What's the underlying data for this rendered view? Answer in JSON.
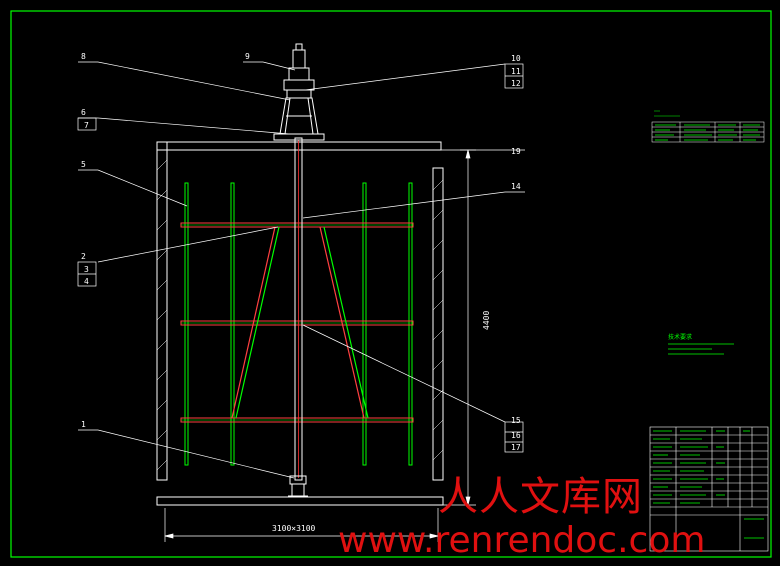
{
  "drawing": {
    "part_labels": [
      "1",
      "2",
      "3",
      "4",
      "5",
      "6",
      "7",
      "8",
      "9",
      "10",
      "11",
      "12",
      "14",
      "15",
      "16",
      "17",
      "19"
    ],
    "dimension_height": "4400",
    "dimension_width": "3100×3100",
    "notes_title": "技术要求",
    "colors": {
      "background": "#000000",
      "frame": "#00ff00",
      "lines": "#ffffff",
      "shaft": "#ff3030",
      "text": "#ffffff"
    }
  },
  "watermark": {
    "cn": "人人文库网",
    "url": "www.renrendoc.com"
  }
}
